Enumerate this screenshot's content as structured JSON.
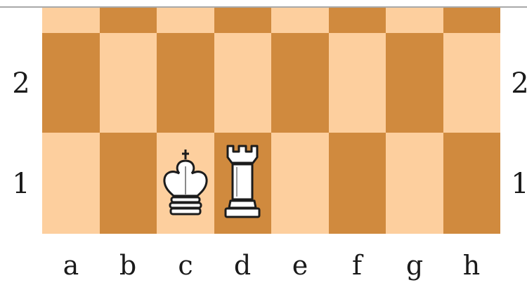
{
  "board": {
    "light_color": "#fdcf9e",
    "dark_color": "#d08a3e",
    "files": [
      "a",
      "b",
      "c",
      "d",
      "e",
      "f",
      "g",
      "h"
    ],
    "ranks_visible": [
      "2",
      "1"
    ],
    "pieces": [
      {
        "square": "c1",
        "piece": "king",
        "color": "white",
        "icon": "white-king-icon"
      },
      {
        "square": "d1",
        "piece": "rook",
        "color": "white",
        "icon": "white-rook-icon"
      }
    ]
  }
}
